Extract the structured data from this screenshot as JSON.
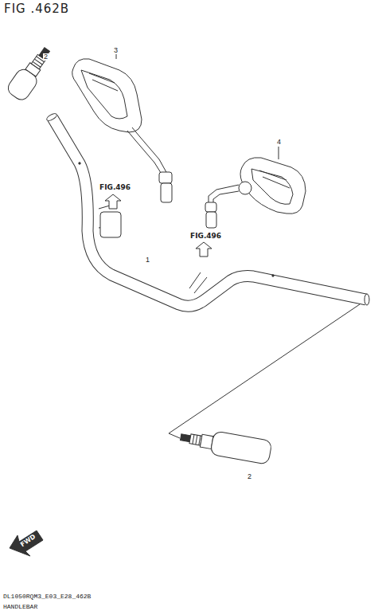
{
  "diagram": {
    "title": "FIG .462B",
    "labels": [
      "2",
      "3",
      "4",
      "FIG.496",
      "FIG.496",
      "1",
      "2",
      "FWD",
      "DL1050RQM3_E03_E28_462B",
      "HANDLEBAR"
    ]
  }
}
